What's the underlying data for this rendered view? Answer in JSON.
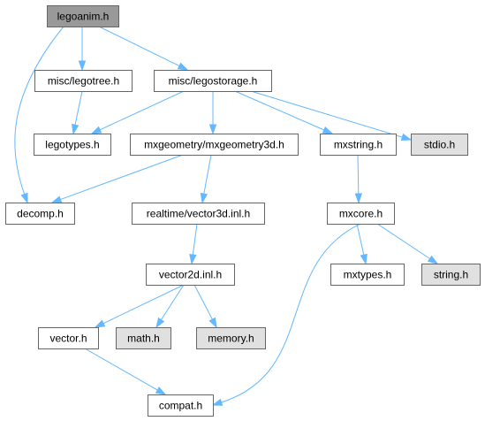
{
  "colors": {
    "edge": "#63b8ff",
    "node_border": "#666666",
    "node_fill": "#ffffff",
    "root_fill": "#999999",
    "system_fill": "#e0e0e0"
  },
  "nodes": [
    {
      "id": "legoanim",
      "label": "legoanim.h",
      "kind": "root"
    },
    {
      "id": "legotree",
      "label": "misc/legotree.h",
      "kind": "local"
    },
    {
      "id": "legostorage",
      "label": "misc/legostorage.h",
      "kind": "local"
    },
    {
      "id": "legotypes",
      "label": "legotypes.h",
      "kind": "local"
    },
    {
      "id": "mxgeometry3d",
      "label": "mxgeometry/mxgeometry3d.h",
      "kind": "local"
    },
    {
      "id": "mxstring",
      "label": "mxstring.h",
      "kind": "local"
    },
    {
      "id": "stdio",
      "label": "stdio.h",
      "kind": "system"
    },
    {
      "id": "decomp",
      "label": "decomp.h",
      "kind": "local"
    },
    {
      "id": "vector3d",
      "label": "realtime/vector3d.inl.h",
      "kind": "local"
    },
    {
      "id": "mxcore",
      "label": "mxcore.h",
      "kind": "local"
    },
    {
      "id": "vector2d",
      "label": "vector2d.inl.h",
      "kind": "local"
    },
    {
      "id": "mxtypes",
      "label": "mxtypes.h",
      "kind": "local"
    },
    {
      "id": "string",
      "label": "string.h",
      "kind": "system"
    },
    {
      "id": "vector",
      "label": "vector.h",
      "kind": "local"
    },
    {
      "id": "math",
      "label": "math.h",
      "kind": "system"
    },
    {
      "id": "memory",
      "label": "memory.h",
      "kind": "system"
    },
    {
      "id": "compat",
      "label": "compat.h",
      "kind": "local"
    }
  ],
  "edges": [
    {
      "from": "legoanim",
      "to": "legotree"
    },
    {
      "from": "legoanim",
      "to": "legostorage"
    },
    {
      "from": "legoanim",
      "to": "decomp"
    },
    {
      "from": "legotree",
      "to": "legotypes"
    },
    {
      "from": "legostorage",
      "to": "legotypes"
    },
    {
      "from": "legostorage",
      "to": "mxgeometry3d"
    },
    {
      "from": "legostorage",
      "to": "mxstring"
    },
    {
      "from": "legostorage",
      "to": "stdio"
    },
    {
      "from": "mxgeometry3d",
      "to": "decomp"
    },
    {
      "from": "mxgeometry3d",
      "to": "vector3d"
    },
    {
      "from": "mxstring",
      "to": "mxcore"
    },
    {
      "from": "vector3d",
      "to": "vector2d"
    },
    {
      "from": "mxcore",
      "to": "mxtypes"
    },
    {
      "from": "mxcore",
      "to": "string"
    },
    {
      "from": "mxcore",
      "to": "compat"
    },
    {
      "from": "vector2d",
      "to": "vector"
    },
    {
      "from": "vector2d",
      "to": "math"
    },
    {
      "from": "vector2d",
      "to": "memory"
    },
    {
      "from": "vector",
      "to": "compat"
    }
  ]
}
